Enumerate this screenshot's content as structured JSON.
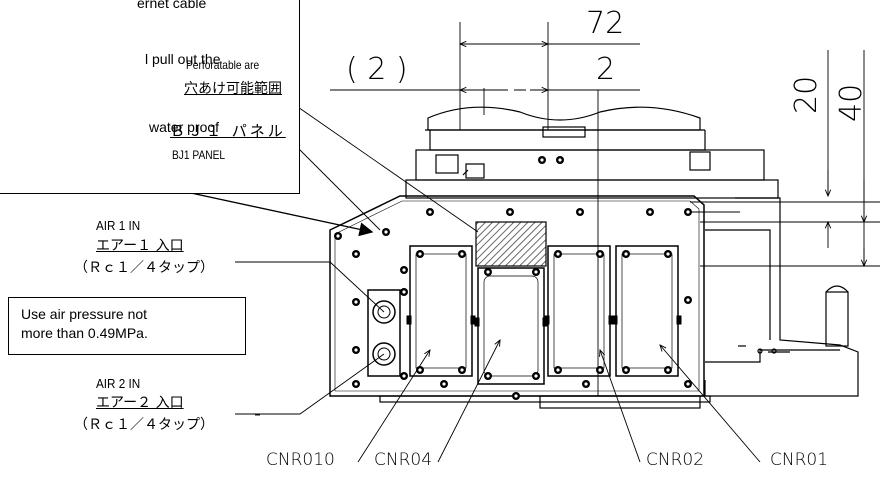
{
  "note": {
    "line1": "ernet cable",
    "line2": "l pull out the",
    "line3": "water proof"
  },
  "pressure_note": {
    "line1": "Use air pressure not",
    "line2": "more than 0.49MPa."
  },
  "perforatable": {
    "en": "Perforatable are",
    "jp": "穴あけ可能範囲"
  },
  "panel": {
    "jp": "ＢＪ１ パネル",
    "en": "BJ1 PANEL"
  },
  "air1": {
    "en": "AIR 1 IN",
    "jp": "エアー１ 入口",
    "spec": "（Ｒｃ１／４タップ）"
  },
  "air2": {
    "en": "AIR 2 IN",
    "jp": "エアー２ 入口",
    "spec": "（Ｒｃ１／４タップ）"
  },
  "dimensions": {
    "d72": "72",
    "d2": "2",
    "d2p": "( 2 )",
    "d20": "20",
    "d40": "40"
  },
  "connectors": {
    "c10": "CNR010",
    "c04": "CNR04",
    "c02": "CNR02",
    "c01": "CNR01"
  },
  "colors": {
    "line": "#000000",
    "hatch": "#555555",
    "background": "#ffffff"
  }
}
